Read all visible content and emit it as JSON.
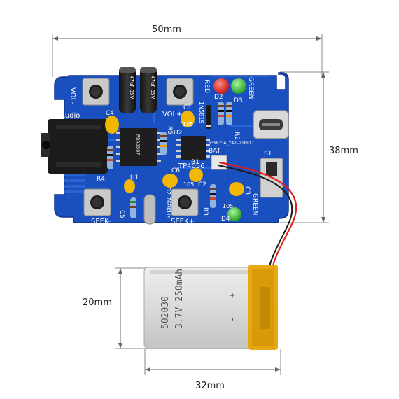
{
  "dimensions": {
    "width_top": "50mm",
    "height_right": "38mm",
    "height_left": "20mm",
    "width_bottom": "32mm"
  },
  "board": {
    "labels": {
      "vol_minus": "VOL-",
      "vol_plus": "VOL+",
      "audio": "Audio",
      "seek_minus": "SEEK-",
      "seek_plus": "SEEK+",
      "red": "RED",
      "green_top": "GREEN",
      "green_bottom": "GREEN",
      "d2": "D2",
      "d3": "D3",
      "d4": "D4",
      "c1": "C1",
      "c2": "C2",
      "c3": "C3",
      "c4": "C4",
      "c5": "C5",
      "c6": "C6",
      "r1": "R1",
      "r2": "R2",
      "r3": "R3",
      "r4": "R4",
      "r5": "R5",
      "u1": "U1",
      "u2": "U2",
      "s1": "S1",
      "bat": "BAT",
      "chip_tp4056": "TP4056",
      "diode": "1N5819",
      "board_code": "639023A_Y42-210817",
      "crystal": "32.768KHz",
      "cap_code_1": "105",
      "cap_code_2": "105",
      "cap_code_3": "105",
      "elec_cap_1": "47uF 35V",
      "elec_cap_2": "47uF 35V"
    }
  },
  "battery": {
    "line1": "502030",
    "line2": "3.7V 250mAh",
    "plus": "+",
    "minus": "-"
  },
  "colors": {
    "pcb": "#1a4fbf",
    "pcb_dark": "#123d99",
    "silk": "#ffffff",
    "wire_red": "#e0201a",
    "wire_black": "#1a1a1a",
    "battery_body": "#dcdcdc",
    "kapton": "#e8a400",
    "led_red": "#e8251e",
    "led_green": "#2fc42a",
    "cap_yellow": "#f2b705"
  }
}
